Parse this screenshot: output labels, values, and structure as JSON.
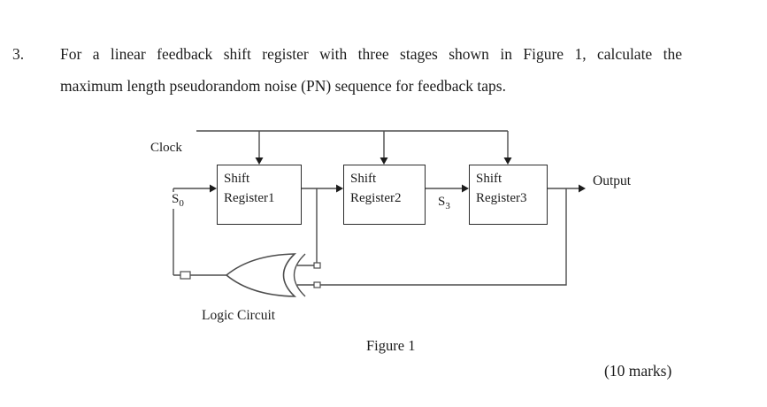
{
  "page": {
    "background": "#ffffff",
    "text_color": "#1c1c1c",
    "line_color": "#4d4d4d"
  },
  "question": {
    "number": "3.",
    "line1": "For a linear feedback shift register with three stages shown in Figure 1, calculate the",
    "line2": "maximum length pseudorandom noise (PN) sequence for feedback taps.",
    "marks": "(10 marks)"
  },
  "diagram": {
    "clock_label": "Clock",
    "input_label": {
      "base": "S",
      "sub": "0"
    },
    "tap_label": {
      "base": "S",
      "sub": "3"
    },
    "registers": [
      {
        "line1": "Shift",
        "line2": "Register1"
      },
      {
        "line1": "Shift",
        "line2": "Register2"
      },
      {
        "line1": "Shift",
        "line2": "Register3"
      }
    ],
    "output_label": "Output",
    "gate_label": "Logic Circuit",
    "caption": "Figure 1"
  }
}
